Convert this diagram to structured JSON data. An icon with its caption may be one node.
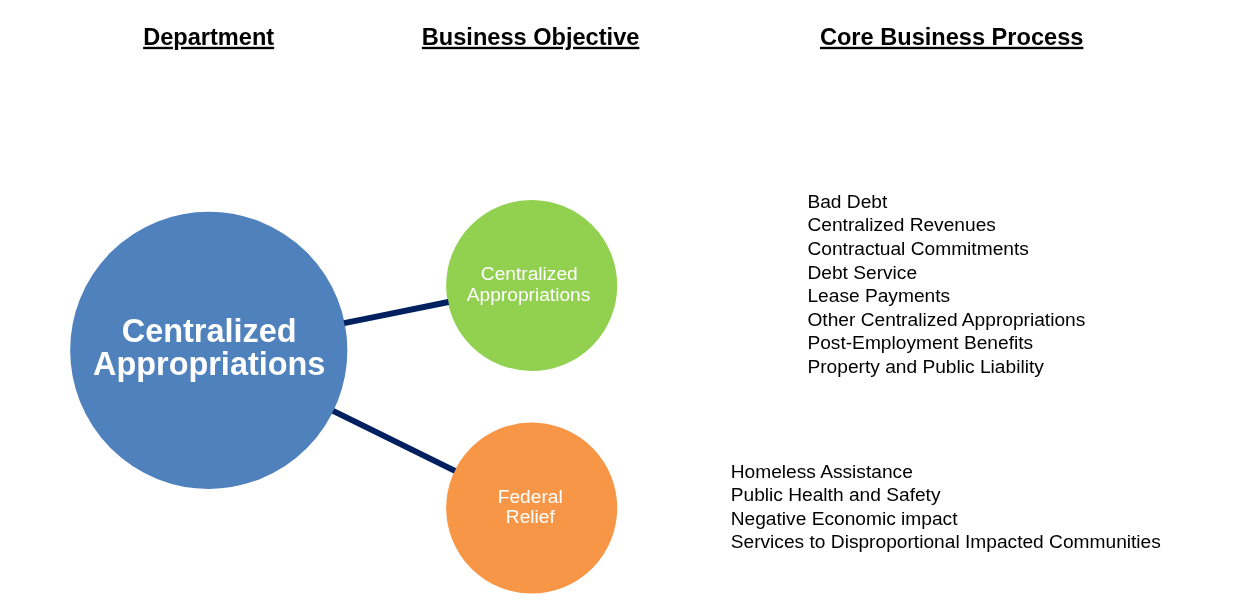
{
  "diagram": {
    "nodes": [
      {
        "text": [
          "Centralized Appropriations"
        ]
      },
      {
        "text": [
          "Centralized Appropriations"
        ],
        "beside": [
          "Bad Debt",
          "Centralized Revenues",
          "Contractual Commitments",
          "Debt Service",
          "Lease Payments",
          "Other Centralized Appropriations",
          "Post-Employment Benefits",
          "Property and Public Liability"
        ]
      },
      {
        "text": [
          "Federal Relief"
        ],
        "beside": [
          "Homeless Assistance",
          "Public Health and Safety",
          "Negative Economic impact",
          "Services to Disproportional Impacted Communities"
        ]
      }
    ],
    "edges": [
      {
        "from": 0,
        "to": 1,
        "arrow": "none"
      },
      {
        "from": 0,
        "to": 2,
        "arrow": "none"
      }
    ],
    "labels": [
      "Department",
      "Business Objective",
      "Core Business Process"
    ]
  }
}
